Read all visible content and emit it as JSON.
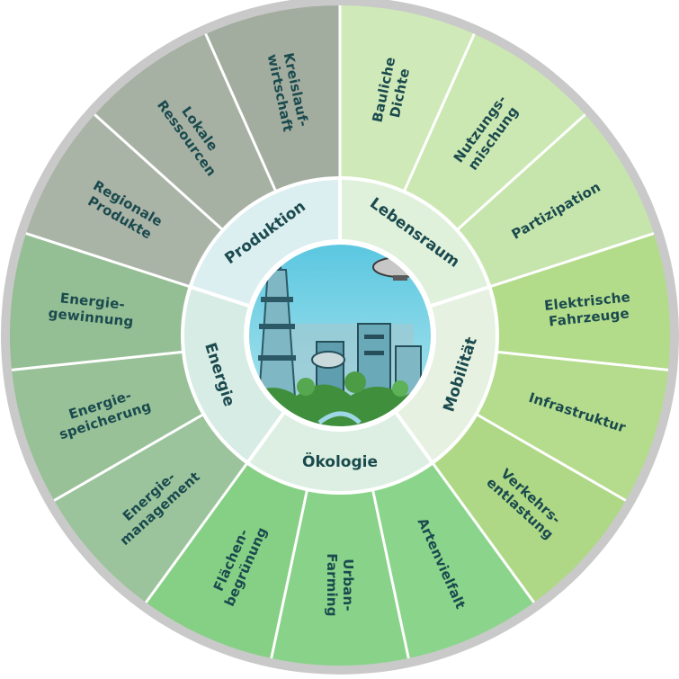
{
  "colors": {
    "text": "#1b4a4e",
    "outer_ring": "#c9c9c9",
    "separator": "#ffffff",
    "inner_ring": "#e4f1ef",
    "sky_top": "#58c6e0",
    "sky_bottom": "#b6e8ef",
    "ground": "#3f8f3c"
  },
  "center": {
    "image_icon": "futuristic-city-illustration-icon"
  },
  "categories": [
    {
      "label": "Lebensraum",
      "color": "#dff0db"
    },
    {
      "label": "Mobilität",
      "color": "#e6f1e1"
    },
    {
      "label": "Ökologie",
      "color": "#dcefe2"
    },
    {
      "label": "Energie",
      "color": "#d7ece4"
    },
    {
      "label": "Produktion",
      "color": "#dbeef0"
    }
  ],
  "segments": [
    {
      "lines": [
        "Bauliche",
        "Dichte"
      ],
      "color": "#cfe9b8"
    },
    {
      "lines": [
        "Nutzungs-",
        "mischung"
      ],
      "color": "#cbe7b2"
    },
    {
      "lines": [
        "Partizipation"
      ],
      "color": "#c6e5ac"
    },
    {
      "lines": [
        "Elektrische",
        "Fahrzeuge"
      ],
      "color": "#b2db8a"
    },
    {
      "lines": [
        "Infrastruktur"
      ],
      "color": "#b4dc8c"
    },
    {
      "lines": [
        "Verkehrs-",
        "entlastung"
      ],
      "color": "#aed886"
    },
    {
      "lines": [
        "Artenvielfalt"
      ],
      "color": "#8ad58b"
    },
    {
      "lines": [
        "Urban-",
        "Farming"
      ],
      "color": "#88d389"
    },
    {
      "lines": [
        "Flächen-",
        "begrünung"
      ],
      "color": "#85d085"
    },
    {
      "lines": [
        "Energie-",
        "management"
      ],
      "color": "#9cc49c"
    },
    {
      "lines": [
        "Energie-",
        "speicherung"
      ],
      "color": "#98c198"
    },
    {
      "lines": [
        "Energie-",
        "gewinnung"
      ],
      "color": "#94be94"
    },
    {
      "lines": [
        "Regionale",
        "Produkte"
      ],
      "color": "#a9b3a6"
    },
    {
      "lines": [
        "Lokale",
        "Ressourcen"
      ],
      "color": "#a6b1a3"
    },
    {
      "lines": [
        "Kreislauf-",
        "wirtschaft"
      ],
      "color": "#a3ad9f"
    }
  ]
}
